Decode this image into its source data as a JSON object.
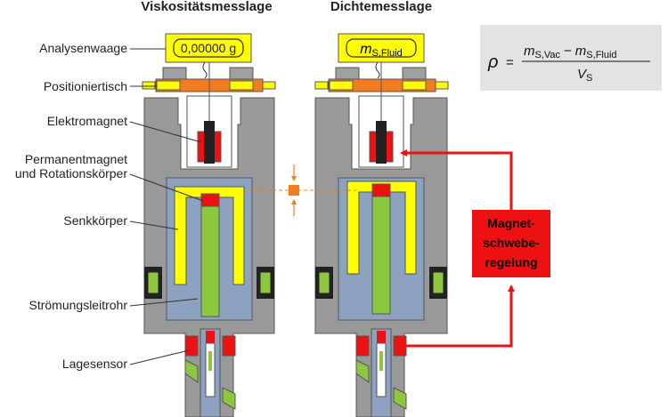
{
  "headers": {
    "left": "Viskositätsmesslage",
    "right": "Dichtemesslage"
  },
  "labels": {
    "balance": "Analysenwaage",
    "table": "Positioniertisch",
    "electromagnet": "Elektromagnet",
    "permanent_magnet_line1": "Permanentmagnet",
    "permanent_magnet_line2": "und Rotationskörper",
    "sinker": "Senkkörper",
    "flow_tube": "Strömungsleitrohr",
    "position_sensor": "Lagesensor"
  },
  "balance_displays": {
    "left": "0,00000 g",
    "right_main": "m",
    "right_sub": "S,Fluid"
  },
  "controller": {
    "line1": "Magnet-",
    "line2": "schwebe-",
    "line3": "regelung"
  },
  "formula": {
    "rho": "ρ",
    "equals": "=",
    "num_m1": "m",
    "num_s1": "S,Vac",
    "minus": "−",
    "num_m2": "m",
    "num_s2": "S,Fluid",
    "den_v": "V",
    "den_s": "S"
  },
  "colors": {
    "housing": "#999999",
    "sinker": "#8da2c0",
    "yellow": "#ffff00",
    "green": "#8dc63f",
    "red": "#ee1111",
    "orange": "#f47b20",
    "formula_bg": "#e3e3e3"
  }
}
